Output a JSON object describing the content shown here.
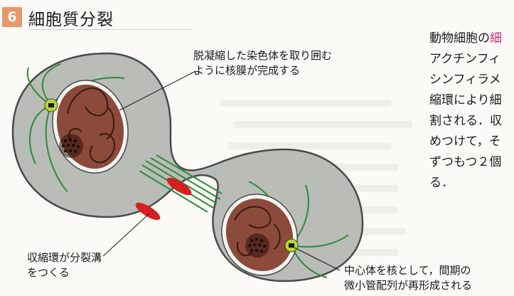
{
  "header": {
    "section_number": "6",
    "title": "細胞質分裂"
  },
  "labels": {
    "nuclear_envelope": [
      "脱凝縮した染色体を取り囲む",
      "ように核膜が完成する"
    ],
    "contractile_ring": [
      "収縮環が分裂溝",
      "をつくる"
    ],
    "centrosome": [
      "中心体を核として，間期の",
      "微小管配列が再形成される"
    ]
  },
  "side_text": {
    "line1_prefix": "動物細胞の",
    "line1_accent": "細",
    "lines": [
      "アクチンフィ",
      "シンフィラメ",
      "縮環により細",
      "割される．収",
      "めつけて，そ",
      "ずつもつ２個",
      "る．"
    ]
  },
  "colors": {
    "cell_fill": "#b9bcb7",
    "cell_outline": "#4a4a4a",
    "nucleus_fill": "#8c4a3a",
    "chromatin": "#3a1a12",
    "microtubule": "#2e8b3a",
    "centrosome": "#b7d43a",
    "contractile_ring": "#d62020",
    "badge": "#e9976b",
    "accent_text": "#c8287e"
  }
}
